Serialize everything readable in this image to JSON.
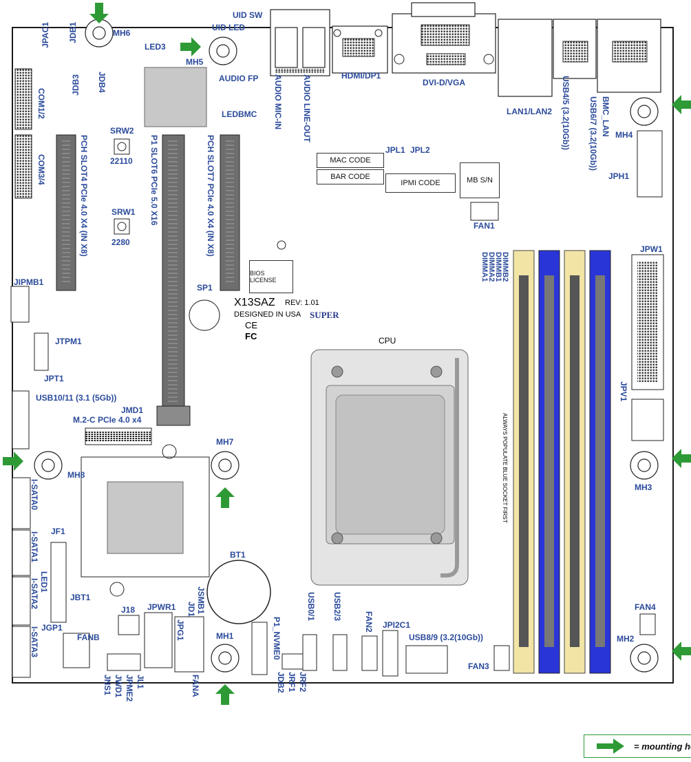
{
  "board": {
    "model": "X13SAZ",
    "revision": "REV: 1.01",
    "origin": "DESIGNED IN USA",
    "brand": "SUPER",
    "cpu_label": "CPU",
    "dimm_note": "ALWAYS POPULATE BLUE SOCKET FIRST",
    "colors": {
      "outline": "#1a1a1a",
      "label": "#2a4a9a",
      "arrow": "#2d9a35",
      "dimm_blue": "#2a35d8",
      "dimm_cream": "#f1e4a5",
      "brand_red": "#e01818"
    }
  },
  "labels": {
    "uid_sw": "UID SW",
    "uid_led": "UID LED",
    "mh6": "MH6",
    "mh5": "MH5",
    "mh4": "MH4",
    "mh3": "MH3",
    "mh2": "MH2",
    "mh1": "MH1",
    "mh7": "MH7",
    "mh8": "MH8",
    "led3": "LED3",
    "jpac1": "JPAC1",
    "jdb1": "JDB1",
    "jdb3": "JDB3",
    "jdb4": "JDB4",
    "com12": "COM1/2",
    "com34": "COM3/4",
    "ledbmc": "LEDBMC",
    "audio_fp": "AUDIO FP",
    "audio_mic": "AUDIO MIC-IN",
    "audio_line": "AUDIO LINE-OUT",
    "hdmi": "HDMI/DP1",
    "dvi": "DVI-D/VGA",
    "lan12": "LAN1/LAN2",
    "usb45": "USB4/5 (3.2(10Gb))",
    "bmc_lan": "BMC_LAN",
    "usb67": "USB6/7 (3.2(10Gb))",
    "jph1": "JPH1",
    "srw2": "SRW2",
    "srw2_size": "22110",
    "srw1": "SRW1",
    "srw1_size": "2280",
    "slot4": "PCH SLOT4 PCIe 4.0 X4 (IN X8)",
    "slot6": "P1 SLOT6 PCIe 5.0 X16",
    "slot7": "PCH SLOT7 PCIe 4.0 X4 (IN X8)",
    "mac_code": "MAC CODE",
    "bar_code": "BAR CODE",
    "ipmi_code": "IPMI CODE",
    "mb_sn": "MB S/N",
    "bios_license": "BIOS LICENSE",
    "jpl1": "JPL1",
    "jpl2": "JPL2",
    "fan1": "FAN1",
    "jpw1": "JPW1",
    "jpv1": "JPV1",
    "dimmb2": "DIMMB2",
    "dimmb1": "DIMMB1",
    "dimma2": "DIMMA2",
    "dimma1": "DIMMA1",
    "sp1": "SP1",
    "jipmb1": "JIPMB1",
    "jtpm1": "JTPM1",
    "jpt1": "JPT1",
    "usb1011": "USB10/11 (3.1 (5Gb))",
    "jmd1": "JMD1",
    "m2": "M.2-C PCIe 4.0 x4",
    "isata0": "I-SATA0",
    "isata1": "I-SATA1",
    "isata2": "I-SATA2",
    "isata3": "I-SATA3",
    "jf1": "JF1",
    "led1": "LED1",
    "jbt1": "JBT1",
    "bt1": "BT1",
    "j18": "J18",
    "jpwr1": "JPWR1",
    "jsmb1": "JSMB1",
    "jd1": "JD1",
    "jpg1": "JPG1",
    "jgp1": "JGP1",
    "fanb": "FANB",
    "jl1": "JL1",
    "jpme2": "JPME2",
    "jwd1": "JWD1",
    "jns1": "JNS1",
    "fana": "FANA",
    "nvme0": "P1_NVME0",
    "jrf2": "JRF2",
    "jrf1": "JRF1",
    "jdb2": "JDB2",
    "usb01": "USB0/1",
    "usb23": "USB2/3",
    "fan2": "FAN2",
    "jpi2c1": "JPI2C1",
    "usb89": "USB8/9 (3.2(10Gb))",
    "fan3": "FAN3",
    "fan4": "FAN4",
    "ce": "CE",
    "fc": "FC"
  },
  "legend": {
    "text": "= mounting holes",
    "icon": "arrow-icon"
  }
}
